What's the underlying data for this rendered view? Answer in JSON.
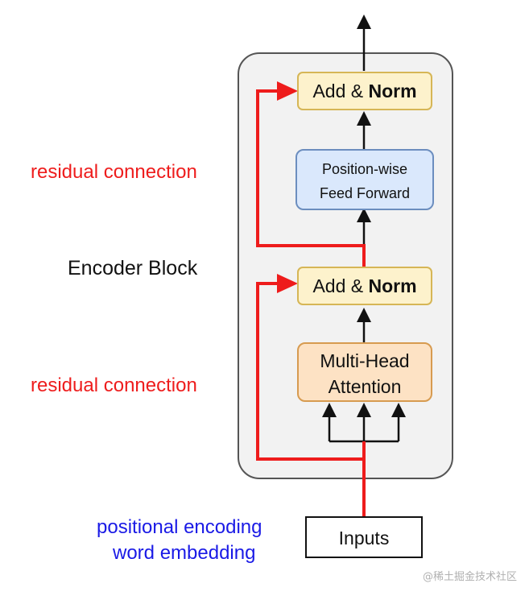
{
  "diagram": {
    "block_label": "Encoder Block",
    "residual_label_top": "residual connection",
    "residual_label_bottom": "residual connection",
    "embedding_line1": "positional encoding",
    "embedding_line2": "word embedding",
    "add_norm_top": {
      "prefix": "Add & ",
      "bold": "Norm"
    },
    "add_norm_bottom": {
      "prefix": "Add & ",
      "bold": "Norm"
    },
    "feed_forward": {
      "line1": "Position-wise",
      "line2": "Feed Forward"
    },
    "attention": {
      "line1": "Multi-Head",
      "line2": "Attention"
    },
    "inputs": "Inputs",
    "watermark": "@稀土掘金技术社区"
  },
  "colors": {
    "residual": "#ee1c1c",
    "embedding_text": "#1a1ae6",
    "add_norm_fill": "#fdf2cc",
    "add_norm_stroke": "#d6b656",
    "feed_forward_fill": "#dae8fc",
    "feed_forward_stroke": "#6c8ebf",
    "attention_fill": "#fde2c4",
    "attention_stroke": "#d79b50",
    "block_fill": "#f2f2f2",
    "block_stroke": "#555555"
  }
}
